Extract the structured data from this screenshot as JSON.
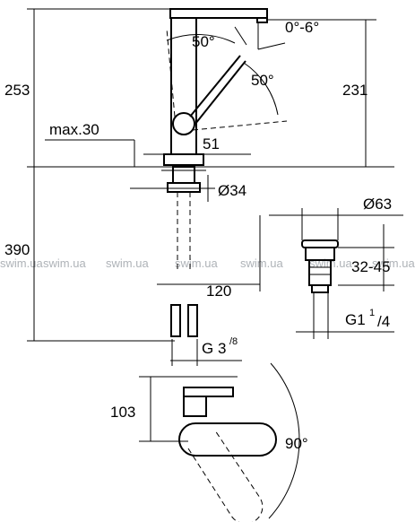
{
  "dimensions": {
    "total_height": "253",
    "spout_height": "231",
    "lever_angle_back": "50°",
    "lever_angle_front": "50°",
    "tilt_range": "0°-6°",
    "max_deck": "max.30",
    "body_offset": "51",
    "hole_diameter": "Ø34",
    "underside_length": "390",
    "hose_spacing": "120",
    "thread_size": "G 3/8",
    "waste_diameter": "Ø63",
    "waste_range": "32-45",
    "waste_thread": "G1 1/4",
    "handle_depth": "103",
    "swivel_angle": "90°"
  },
  "thread_main": "G 3",
  "thread_sup": "/8",
  "waste_main": "G1",
  "waste_sup": "1",
  "waste_sub": "/4",
  "watermark": "swim.ua"
}
